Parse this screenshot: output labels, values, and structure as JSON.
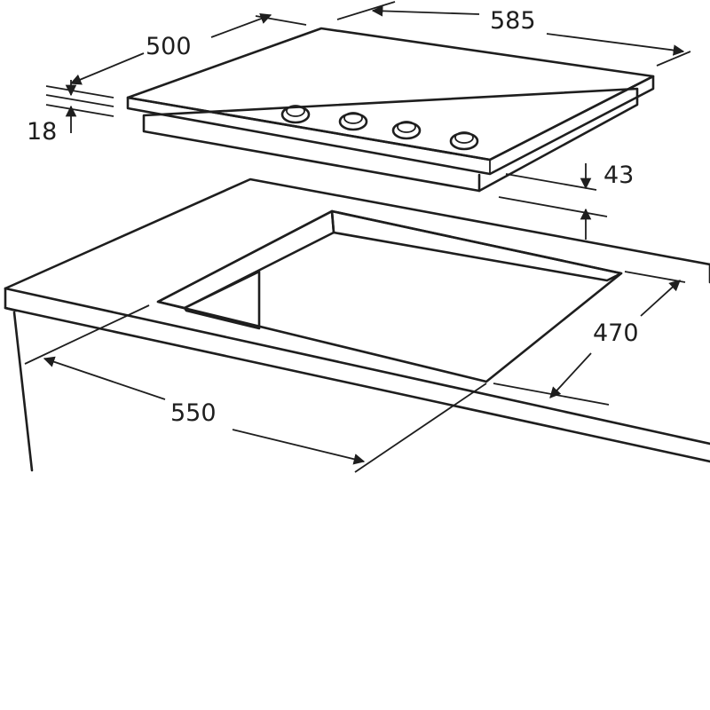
{
  "dimensions": {
    "hob_depth": "500",
    "hob_width": "585",
    "glass_thickness": "18",
    "hob_height": "43",
    "cutout_depth": "470",
    "cutout_width": "550"
  },
  "hob": {
    "burner_count": 4
  },
  "colors": {
    "line": "#1e1e1e",
    "background": "#ffffff",
    "cutout_fill": "#e6e6e6"
  }
}
